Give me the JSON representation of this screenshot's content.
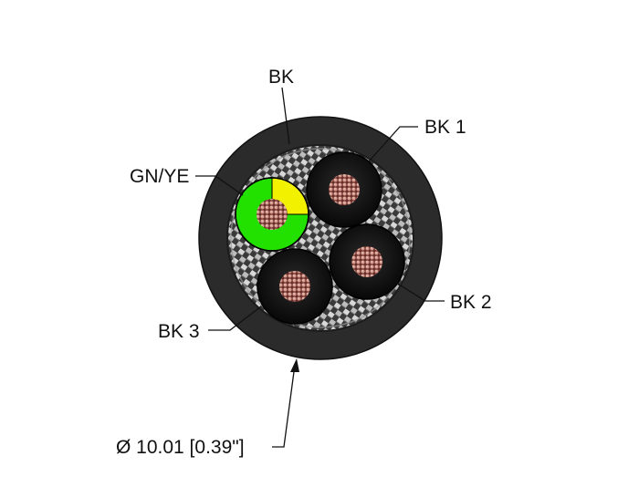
{
  "labels": {
    "outer_jacket": "BK",
    "core_1": "BK 1",
    "core_2": "BK 2",
    "core_3": "BK 3",
    "ground_core": "GN/YE",
    "diameter": "Ø 10.01 [0.39\"]"
  },
  "colors": {
    "jacket": "#2a2a2a",
    "core_insulation": "#151515",
    "ground_green": "#22e000",
    "ground_yellow": "#f2f200",
    "copper": "#b06a5a",
    "shield_braid": "#8c8c8c",
    "leader_line": "#111111"
  }
}
